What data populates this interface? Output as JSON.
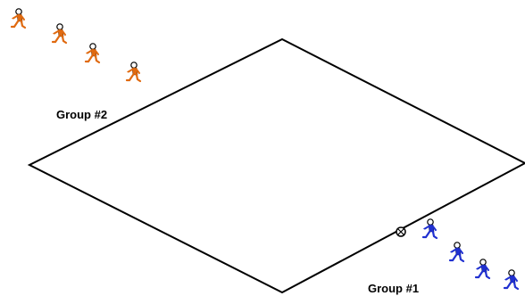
{
  "labels": {
    "group_2": "Group #2",
    "group_1": "Group #1"
  },
  "groups": [
    {
      "id": "group-2",
      "color": "#e06a10",
      "count": 4
    },
    {
      "id": "group-1",
      "color": "#2030d0",
      "count": 4
    }
  ],
  "colors": {
    "field_outline": "#000000",
    "background": "#ffffff"
  },
  "icons": {
    "person": "walking-person-icon",
    "ball": "soccer-ball-icon"
  }
}
